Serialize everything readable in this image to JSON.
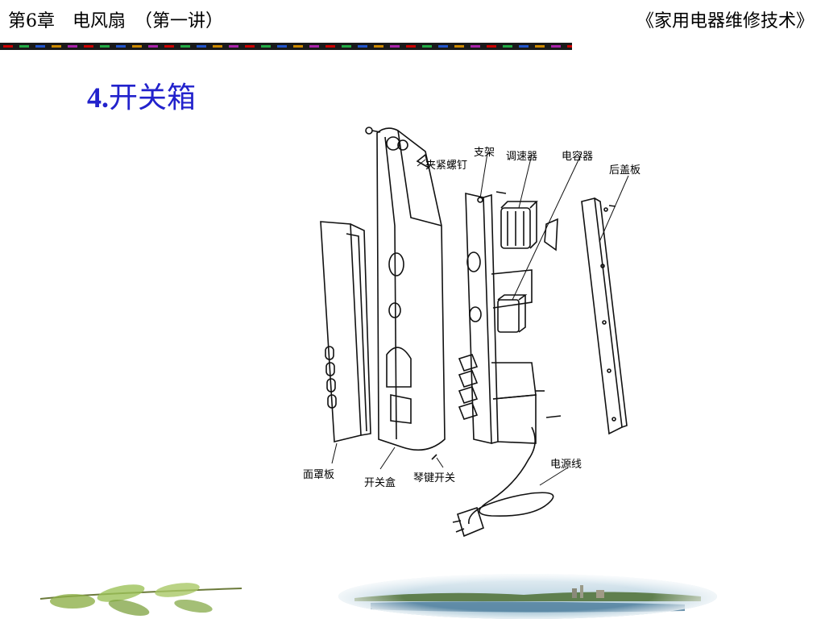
{
  "header": {
    "chapter": "第6章　电风扇　（第一讲）",
    "book": "《家用电器维修技术》"
  },
  "slide": {
    "number": "4.",
    "title": "开关箱"
  },
  "diagram": {
    "labels": {
      "clamp_screw": "夹紧螺钉",
      "bracket": "支架",
      "speed_controller": "调速器",
      "capacitor": "电容器",
      "back_cover": "后盖板",
      "face_cover": "面罩板",
      "switch_box": "开关盒",
      "piano_key_switch": "琴键开关",
      "power_cord": "电源线"
    }
  },
  "colors": {
    "title": "#2222cc",
    "stripe_red": "#cc0000",
    "stripe_dark": "#222222"
  }
}
